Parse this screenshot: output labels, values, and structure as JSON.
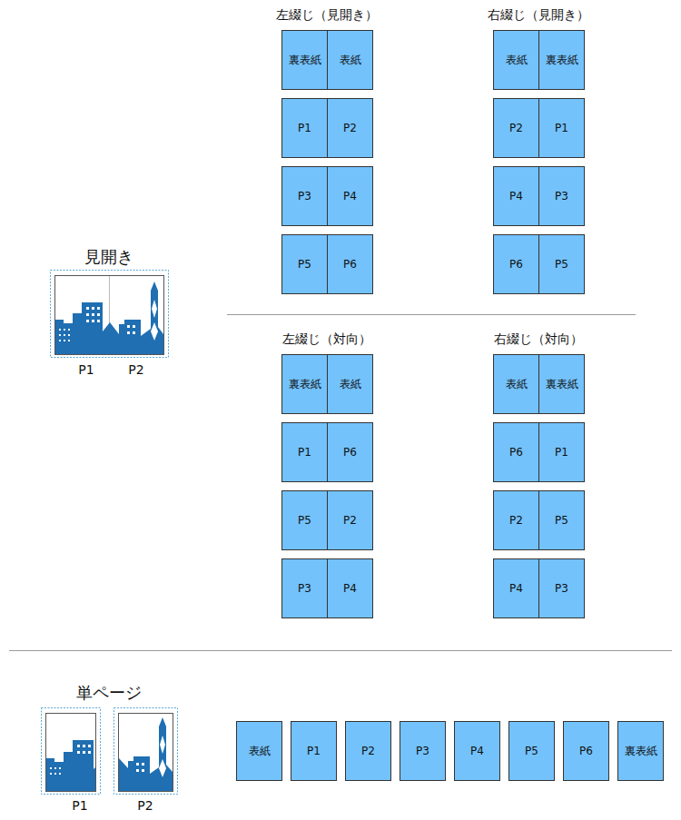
{
  "diagram": {
    "nodes": [
      {
        "text": [
          "裏表紙"
        ]
      },
      {
        "text": [
          "表紙"
        ]
      },
      {
        "text": [
          "P1"
        ]
      },
      {
        "text": [
          "P2"
        ]
      },
      {
        "text": [
          "P3"
        ]
      },
      {
        "text": [
          "P4"
        ]
      },
      {
        "text": [
          "P5"
        ]
      },
      {
        "text": [
          "P6"
        ]
      },
      {
        "text": [
          "表紙"
        ]
      },
      {
        "text": [
          "裏表紙"
        ]
      },
      {
        "text": [
          "P2"
        ]
      },
      {
        "text": [
          "P1"
        ]
      },
      {
        "text": [
          "P4"
        ]
      },
      {
        "text": [
          "P3"
        ]
      },
      {
        "text": [
          "P6"
        ]
      },
      {
        "text": [
          "P5"
        ]
      },
      {
        "text": [
          "裏表紙"
        ]
      },
      {
        "text": [
          "表紙"
        ]
      },
      {
        "text": [
          "P1"
        ]
      },
      {
        "text": [
          "P6"
        ]
      },
      {
        "text": [
          "P5"
        ]
      },
      {
        "text": [
          "P2"
        ]
      },
      {
        "text": [
          "P3"
        ]
      },
      {
        "text": [
          "P4"
        ]
      },
      {
        "text": [
          "表紙"
        ]
      },
      {
        "text": [
          "裏表紙"
        ]
      },
      {
        "text": [
          "P6"
        ]
      },
      {
        "text": [
          "P1"
        ]
      },
      {
        "text": [
          "P2"
        ]
      },
      {
        "text": [
          "P5"
        ]
      },
      {
        "text": [
          "P4"
        ]
      },
      {
        "text": [
          "P3"
        ]
      },
      {
        "text": [
          "表紙"
        ]
      },
      {
        "text": [
          "P1"
        ]
      },
      {
        "text": [
          "P2"
        ]
      },
      {
        "text": [
          "P3"
        ]
      },
      {
        "text": [
          "P4"
        ]
      },
      {
        "text": [
          "P5"
        ]
      },
      {
        "text": [
          "P6"
        ]
      },
      {
        "text": [
          "裏表紙"
        ]
      }
    ],
    "labels": [
      "見開き",
      "P1",
      "P2",
      "左綴じ（見開き）",
      "右綴じ（見開き）",
      "左綴じ（対向）",
      "右綴じ（対向）",
      "単ページ",
      "P1",
      "P2"
    ]
  }
}
